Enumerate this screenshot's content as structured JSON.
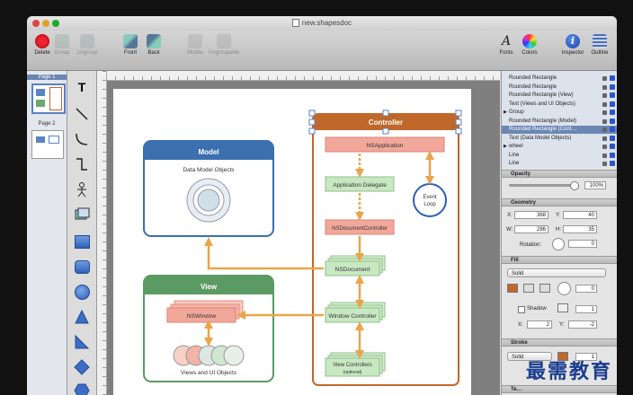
{
  "window": {
    "title": "new.shapesdoc"
  },
  "toolbar": {
    "buttons": [
      {
        "label": "Delete",
        "enabled": true
      },
      {
        "label": "Group",
        "enabled": false
      },
      {
        "label": "Ungroup",
        "enabled": false
      },
      {
        "label": "Front",
        "enabled": true
      },
      {
        "label": "Back",
        "enabled": true
      },
      {
        "label": "Mobile",
        "enabled": false
      },
      {
        "label": "Ungroupable",
        "enabled": false
      },
      {
        "label": "Fonts",
        "enabled": true
      },
      {
        "label": "Colors",
        "enabled": true
      },
      {
        "label": "Inspector",
        "enabled": true
      },
      {
        "label": "Outline",
        "enabled": true
      }
    ]
  },
  "pages": [
    {
      "label": "Page 1",
      "selected": true
    },
    {
      "label": "Page 2",
      "selected": false
    }
  ],
  "diagram": {
    "controller": "Controller",
    "ns_application": "NSApplication",
    "app_delegate": "Application Delegate",
    "ns_document_controller": "NSDocumentController",
    "ns_document": "NSDocument",
    "window_controller": "Window Controller",
    "view_controllers": "View Controllers",
    "optional": "(optional)",
    "event_loop_1": "Event",
    "event_loop_2": "Loop",
    "model": "Model",
    "data_model_objects": "Data Model Objects",
    "view": "View",
    "ns_window": "NSWindow",
    "views_ui_objects": "Views and UI Objects"
  },
  "layers": [
    {
      "label": "Rounded Rectangle",
      "selected": false
    },
    {
      "label": "Rounded Rectangle",
      "selected": false
    },
    {
      "label": "Rounded Rectangle (View)",
      "selected": false
    },
    {
      "label": "Text (Views and UI Objects)",
      "selected": false
    },
    {
      "label": "Group",
      "selected": false,
      "expand": true
    },
    {
      "label": "Rounded Rectangle (Model)",
      "selected": false
    },
    {
      "label": "Rounded Rectangle (Cont…",
      "selected": true
    },
    {
      "label": "Text (Data Model Objects)",
      "selected": false
    },
    {
      "label": "wheel",
      "selected": false,
      "expand": true
    },
    {
      "label": "Line",
      "selected": false
    },
    {
      "label": "Line",
      "selected": false
    }
  ],
  "inspector": {
    "opacity": {
      "title": "Opacity",
      "value": "100%"
    },
    "geometry": {
      "title": "Geometry",
      "x_label": "X:",
      "x": "368",
      "y_label": "Y:",
      "y": "40",
      "w_label": "W:",
      "w": "286",
      "h_label": "H:",
      "h": "35",
      "rotation_label": "Rotation:",
      "rotation": "0"
    },
    "fill": {
      "title": "Fill",
      "type": "Solid",
      "shadow_label": "Shadow",
      "shadow_x_label": "X:",
      "shadow_x": "2",
      "shadow_y_label": "Y:",
      "shadow_y": "-2",
      "value1": "0",
      "value2": "1"
    },
    "stroke": {
      "title": "Stroke",
      "type": "Solid",
      "width": "1"
    },
    "text": {
      "title": "Te…"
    }
  },
  "watermark": "最需教育",
  "colors": {
    "controller": "#c0672a",
    "model": "#3b6fb0",
    "view": "#5c9a63",
    "pink": "#f1a89a",
    "green_box": "#c8e8c2",
    "arrow": "#e8a54a"
  }
}
